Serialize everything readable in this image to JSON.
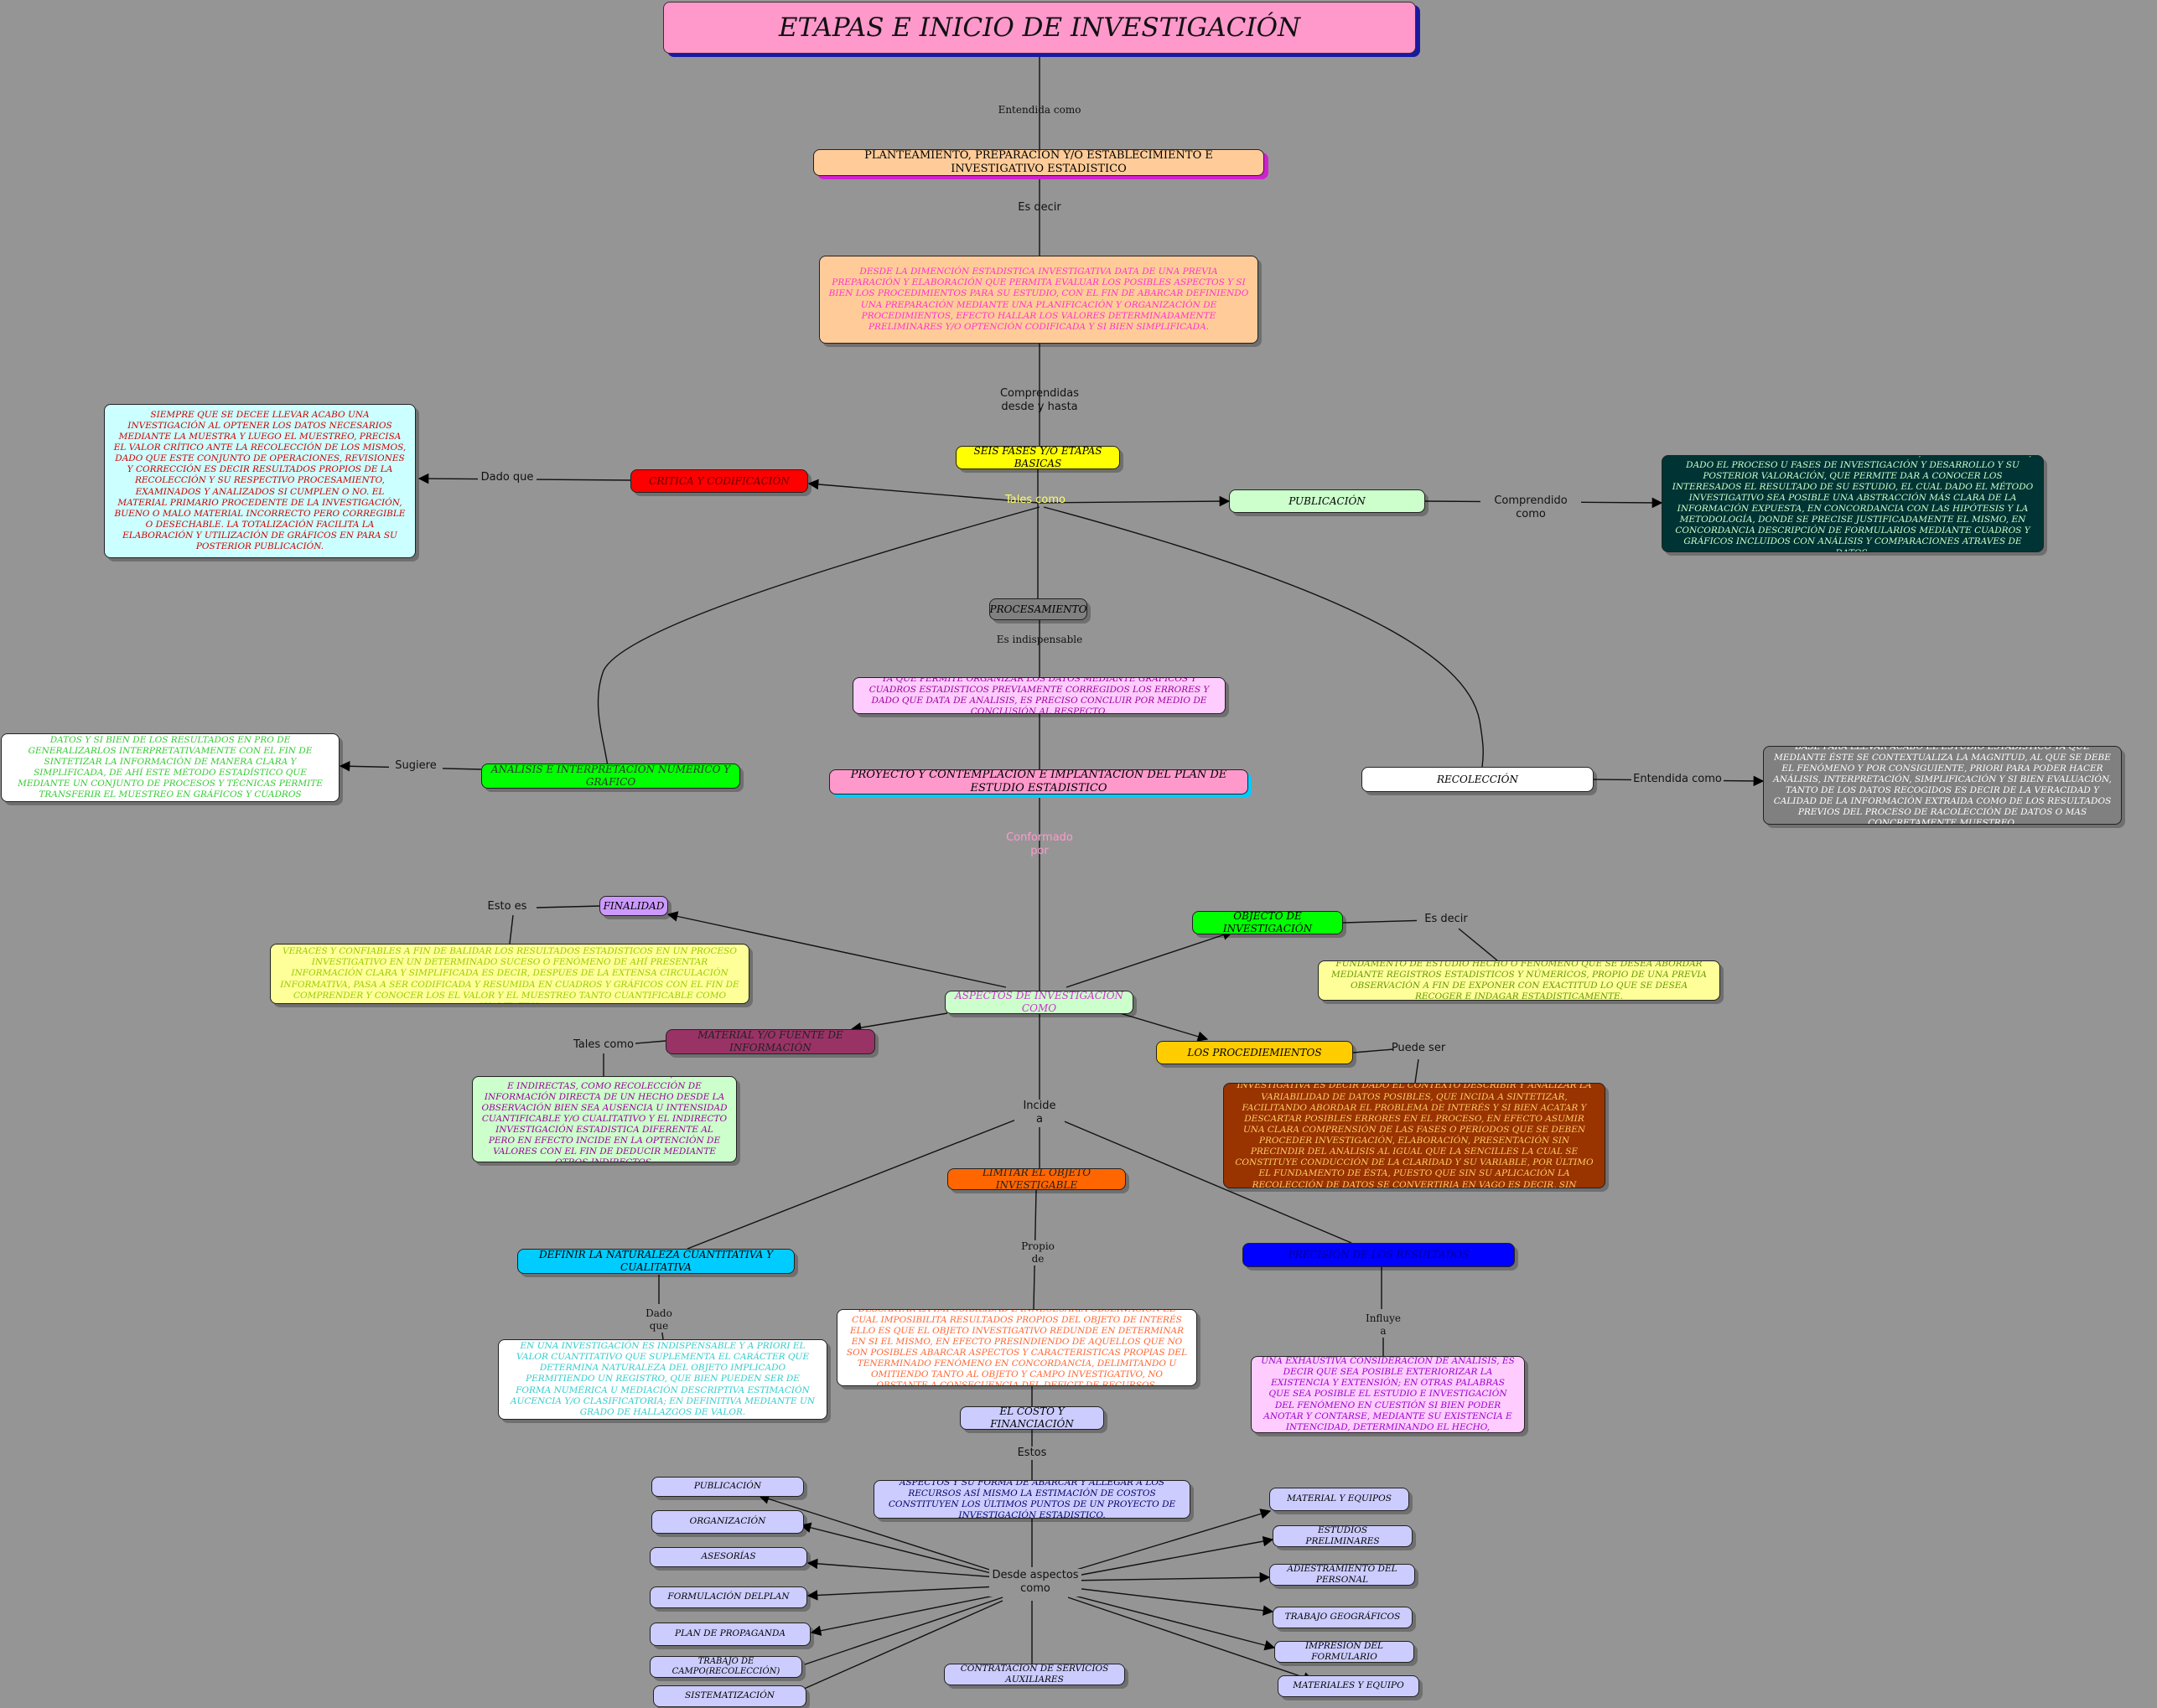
{
  "title": "ETAPAS E INICIO DE INVESTIGACIÓN",
  "nodes": {
    "planteamiento": "PLANTEAMIENTO, PREPARACIÓN Y/O ESTABLECIMIENTO E INVESTIGATIVO ESTADISTICO",
    "desde_dimension": "DESDE LA DIMENCIÓN ESTADISTICA INVESTIGATIVA DATA DE UNA PREVIA PREPARACIÓN Y ELABORACIÓN QUE PERMITA EVALUAR LOS POSIBLES ASPECTOS Y SI BIEN LOS PROCEDIMIENTOS PARA SU ESTUDIO, CON EL FIN DE ABARCAR DEFINIENDO UNA PREPARACIÓN MEDIANTE UNA PLANIFICACIÓN Y ORGANIZACIÓN DE PROCEDIMIENTOS, EFECTO HALLAR LOS VALORES DETERMINADAMENTE PRELIMINARES Y/O OPTENCIÓN CODIFICADA Y SI BIEN SIMPLIFICADA.",
    "seis_fases": "SEIS FASES Y/O ETAPAS BASICAS",
    "critica": "CRITICA Y CODIFICACIÓN",
    "critica_desc": "SIEMPRE QUE SE DECEE LLEVAR ACABO UNA INVESTIGACIÓN AL OPTENER LOS DATOS NECESARIOS MEDIANTE LA MUESTRA Y LUEGO EL MUESTREO, PRECISA EL VALOR CRÍTICO ANTE LA RECOLECCIÓN DE LOS MISMOS, DADO QUE ESTE CONJUNTO DE OPERACIONES, REVISIONES Y CORRECCIÓN ES DECIR RESULTADOS PROPIOS DE LA RECOLECCIÓN Y SU RESPECTIVO PROCESAMIENTO, EXAMINADOS Y ANALIZADOS SI CUMPLEN O NO. EL MATERIAL PRIMARIO PROCEDENTE DE LA INVESTIGACIÓN, BUENO O MALO MATERIAL INCORRECTO PERO CORREGIBLE O DESECHABLE. LA TOTALIZACIÓN FACILITA LA ELABORACIÓN Y UTILIZACIÓN DE GRÁFICOS EN PARA SU POSTERIOR PUBLICACIÓN.",
    "publicacion": "PUBLICACIÓN",
    "publicacion_desc": "LA EXPOSICIÓN DEL MUESTREO MEDIANTE DATOS, ES DECIR FASE FINAL, DADO EL PROCESO U FASES DE INVESTIGACIÓN Y DESARROLLO Y SU POSTERIOR VALORACIÓN, QUE PERMITE DAR A CONOCER LOS INTERESADOS EL RESULTADO DE SU ESTUDIO, EL CUAL DADO EL MÉTODO INVESTIGATIVO SEA POSIBLE UNA ABSTRACCIÓN MÁS CLARA DE LA INFORMACIÓN EXPUESTA, EN CONCORDANCIA CON LAS HIPÓTESIS Y LA METODOLOGÍA, DONDE SE PRECISE JUSTIFICADAMENTE EL MISMO, EN CONCORDANCIA DESCRIPCIÓN DE FORMULARIOS MEDIANTE CUADROS Y GRÁFICOS INCLUIDOS CON ANÁLISIS Y COMPARACIONES ATRAVES DE DATOS.",
    "procesamiento": "PROCESAMIENTO",
    "procesamiento_desc": "YA QUE PERMITE ORGANIZAR LOS DATOS MEDIANTE GRÁFICOS Y CUADROS ESTADISTICOS PREVIAMENTE CORREGIDOS LOS ERRORES Y DADO QUE DATA DE ANALISIS, ES PRECISO CONCLUIR POR MEDIO DE CONCLUSIÓN AL RESPECTO.",
    "analisis": "ANALISIS E INTERPRETACIÓN NUMERICO Y GRAFICO",
    "analisis_desc": "UN EXHAUSTIVO ESTUDIO Y ANÁLISIS DE LA RECOLECCIÓN DE DATOS Y SI BIEN DE LOS RESULTADOS EN PRO DE GENERALIZARLOS INTERPRETATIVAMENTE CON EL FIN DE SINTETIZAR LA INFORMACIÓN DE MANERA CLARA Y SIMPLIFICADA, DE AHÍ ESTE MÉTODO ESTADÍSTICO QUE MEDIANTE UN CONJUNTO DE PROCESOS Y TÉCNICAS PERMITE TRANSFERIR EL MUESTREO EN GRÁFICOS Y CUADROS ESTADISTICOS.",
    "proyecto": "PROYECTO Y CONTEMPLACIÓN E IMPLANTACIÓN DEL PLAN DE ESTUDIO ESTADISTICO",
    "recoleccion": "RECOLECCIÓN",
    "recoleccion_desc": "BASE PARA LLEVAR ACABO EL ESTUDIO ESTADISTICO YA QUE MEDIANTE ÉSTE SE CONTEXTUALIZA LA MAGNITUD, AL QUE SE DEBE EL FENÓMENO Y POR CONSIGUIENTE, PRIORI PARA PODER HACER ANÁLISIS, INTERPRETACIÓN, SIMPLIFICACIÓN Y SI BIEN EVALUACIÓN, TANTO DE LOS DATOS RECOGIDOS ES DECIR DE LA VERACIDAD Y CALIDAD DE LA INFORMACIÓN EXTRAIDA COMO DE LOS RESULTADOS PREVIOS DEL PROCESO DE RACOLECCIÓN DE DATOS O MAS CONCRETAMENTE MUESTREO.",
    "finalidad": "FINALIDAD",
    "finalidad_desc": "CON EL OBJETIVO O DE DEPURACIÓN DE LOS DATOS EXTRAIDOS AFIN DE RESULTADOS VERACES Y CONFIABLES A FIN DE BALIDAR LOS RESULTADOS ESTADISTICOS EN UN PROCESO INVESTIGATIVO EN UN DETERMINADO SUCESO O FENÓMENO DE AHÍ PRESENTAR INFORMACIÓN CLARA Y SIMPLIFICADA ES DECIR, DESPUES DE LA EXTENSA CIRCULACIÓN INFORMATIVA, PASA A SER CODIFICADA Y RESUMIDA EN CUADROS Y GRÁFICOS CON EL FIN DE COMPRENDER Y CONOCER LOS EL VALOR Y EL MUESTREO TANTO CUANTIFICABLE COMO CUALITATIVO.",
    "objecto": "OBJECTO DE INVESTIGACIÓN",
    "objecto_desc": "FUNDAMENTO DE ESTUDIO HECHO O FENOMENO QUE SE DESEA ABORDAR MEDIANTE REGISTROS ESTADISTICOS Y NÚMERICOS, PROPIO DE UNA PREVIA OBSERVACIÓN A FIN DE EXPONER CON EXACTITUD LO QUE SE DESEA RECOGER E INDAGAR ESTADISTICAMENTE.",
    "aspectos": "ASPECTOS DE INVESTIGACIÓN COMO",
    "material": "MATERIAL Y/O FUENTE DE INFORMACIÓN",
    "material_desc": "FUENTES PRIMARIAS O SECUNDARIAS, DIRECTAS E INDIRECTAS, COMO RECOLECCIÓN DE INFORMACIÓN DIRECTA DE UN HECHO DESDE LA OBSERVACIÓN BIEN SEA AUSENCIA U INTENSIDAD CUANTIFICABLE Y/O CUALITATIVO Y EL INDIRECTO INVESTIGACIÓN ESTADISTICA DIFERENTE AL PERO EN EFECTO INCIDE EN LA OPTENCIÓN DE VALORES CON EL FIN DE DEDUCIR MEDIANTE OTROS INDIRECTOS.",
    "procedimientos": "LOS PROCEDIEMIENTOS",
    "procedimientos_desc": "ESTABLECIMIENTO Y ORDENACIÓN DE UNA PREVIA PLANIFICACIÓN INVESTIGATIVA ES DECIR DADO EL CONTEXTO DESCRIBIR Y ANALIZAR LA VARIABILIDAD DE DATOS POSIBLES, QUE INCIDA A SINTETIZAR, FACILITANDO ABORDAR EL PROBLEMA DE INTERÉS Y SI BIEN ACATAR Y DESCARTAR POSIBLES ERRORES EN EL PROCESO, EN EFECTO ASUMIR UNA CLARA COMPRENSIÓN DE LAS FASES O PERIODOS QUE SE DEBEN PROCEDER INVESTIGACIÓN, ELABORACIÓN, PRESENTACIÓN SIN PRECINDIR DEL ANÁLISIS AL IGUAL QUE LA SENCILLES LA CUAL SE CONSTITUYE CONDUCCIÓN DE LA CLARIDAD Y SU VARIABLE, POR ÚLTIMO EL FUNDAMENTO DE ÉSTA, PUESTO QUE SIN SU APLICACIÓN LA RECOLECCIÓN DE DATOS SE CONVERTIRIA EN VAGO ES DECIR, SIN SENTIDO ALGUNO.",
    "limitar": "LIMITAR EL OBJETO INVESTIGABLE",
    "limitar_desc": "DESCARTAR LA IMPOSIBILIDAD E INNECESARIA OBSERVACIÓN EL CUAL IMPOSIBILITA RESULTADOS PROPIOS DEL OBJETO DE INTERÉS ELLO ES QUE EL OBJETO INVESTIGATIVO REDUNDE EN DETERMINAR EN SI EL MISMO, EN EFECTO PRESINDIENDO DE AQUELLOS QUE NO SON POSIBLES ABARCAR ASPECTOS Y CARACTERISTICAS PROPIAS DEL TENERMINADO FENÓMENO EN CONCORDANCIA, DELIMITANDO U OMITIENDO TANTO AL OBJETO Y CAMPO INVESTIGATIVO, NO OBSTANTE A CONSECUENCIA DEL DEFICIT DE RECURSOS.",
    "definir": "DEFINIR LA NATURALEZA CUANTITATIVA Y CUALITATIVA",
    "definir_desc": "EN UNA INVESTIGACIÓN ES INDISPENSABLE Y A PRIORI EL VALOR CUANTITATIVO QUE SUPLEMENTA EL CARÁCTER QUE DETERMINA NATURALEZA DEL OBJETO IMPLICADO PERMITIENDO UN REGISTRO, QUE BIEN PUEDEN SER DE FORMA NUMÉRICA U MEDIACIÓN DESCRIPTIVA ESTIMACIÓN AUCENCIA Y/O CLASIFICATORIA; EN DEFINITIVA MEDIANTE UN GRADO DE HALLAZGOS DE VALOR.",
    "blue_node": "PRECISIÓN DE LOS RESULTADOS",
    "blue_desc": "EN ESTABLECER SU PRECISIÓN EL CUAL PERMITA UNA EXHAUSTIVA CONSIDERACIÓN DE ANÁLISIS, ES DECIR QUE SEA POSIBLE EXTERIORIZAR LA EXISTENCIA Y EXTENSIÓN; EN OTRAS PALABRAS QUE SEA POSIBLE EL ESTUDIO E INVESTIGACIÓN DEL FENÓMENO EN CUESTIÓN SI BIEN PODER ANOTAR Y CONTARSE, MEDIANTE SU EXISTENCIA E INTENCIDAD, DETERMINANDO EL HECHO, CANTIDAD Y CALIDAD.",
    "costo": "EL COSTO Y FINANCIACIÓN",
    "costo_desc": "ASPECTOS Y SU FORMA DE ABARCAR Y ALLEGAR A LOS RECURSOS ASÍ MISMO LA ESTIMACIÓN DE COSTOS CONSTITUYEN LOS ÚLTIMOS PUNTOS DE UN PROYECTO DE INVESTIGACIÓN ESTADISTICO."
  },
  "left_items": [
    "PUBLICACIÓN",
    "ORGANIZACIÓN",
    "ASESORÍAS",
    "FORMULACIÓN DELPLAN",
    "PLAN DE PROPAGANDA",
    "TRABAJO DE CAMPO(RECOLECCIÓN)",
    "SISTEMATIZACIÓN"
  ],
  "right_items": [
    "MATERIAL Y EQUIPOS",
    "ESTUDIOS PRELIMINARES",
    "ADIESTRAMIENTO DEL PERSONAL",
    "TRABAJO GEOGRÁFICOS",
    "IMPRESIÓN DEL FORMULARIO",
    "MATERIALES Y EQUIPO"
  ],
  "bottom_item": "CONTRATACIÓN DE SERVICIOS AUXILIARES",
  "links": {
    "entendida_como": "Entendida como",
    "es_decir": "Es decir",
    "comprendidas": "Comprendidas\ndesde y hasta",
    "tales_como": "Tales como",
    "dado_que": "Dado que",
    "comprendido_como": "Comprendido como",
    "es_indispensable": "Es indispensable",
    "sugiere": "Sugiere",
    "entendida_como_2": "Entendida como",
    "conformado_por": "Conformado\npor",
    "esto_es": "Esto es",
    "es_decir_2": "Es decir",
    "tales_como_2": "Tales como",
    "puede_ser": "Puede ser",
    "incide_a": "Incide\na",
    "propio_de": "Propio\nde",
    "dado_que_2": "Dado\nque",
    "influye_a": "Influye\na",
    "estos": "Estos",
    "desde_aspectos": "Desde aspectos\ncomo"
  },
  "colors": {
    "background": "#959595",
    "title_fill": "#ff99cc",
    "tales_como_text": "#ffff66",
    "conformado_text": "#ff99cc"
  }
}
